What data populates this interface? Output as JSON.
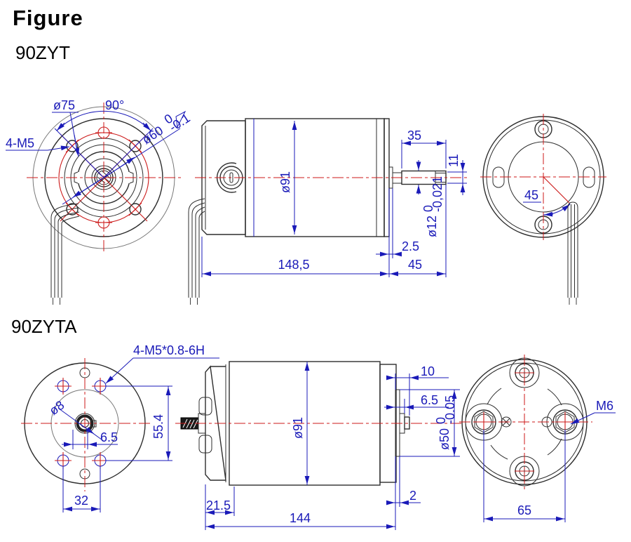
{
  "title": "Figure",
  "colors": {
    "dimension_blue": "#1a1ab8",
    "centerline_red": "#cc1a1a",
    "outline_dark": "#2d2d2d"
  },
  "zyt": {
    "label": "90ZYT",
    "front": {
      "bolt_circle_dia": "ø75",
      "bolt_angle": "90°",
      "screws": "4-M5",
      "pilot_dia": "ø60",
      "pilot_tol_upper": "0",
      "pilot_tol_lower": "-0.1"
    },
    "side": {
      "shaft_length": "35",
      "key_flat": "11",
      "body_dia": "ø91",
      "shaft_dia": "ø12",
      "shaft_tol_upper": "0",
      "shaft_tol_lower": "-0,021",
      "collar": "2.5",
      "body_length": "148,5",
      "shaft_ext": "45"
    },
    "rear": {
      "lead_angle": "45"
    }
  },
  "zyta": {
    "label": "90ZYTA",
    "front": {
      "screws": "4-M5*0.8-6H",
      "shaft_dia": "ø8",
      "shaft_offset": "6.5",
      "mount_v": "55.4",
      "mount_h": "32"
    },
    "side": {
      "front_length": "21.5",
      "body_dia": "ø91",
      "body_length": "144",
      "rear_ext": "10",
      "pilot_depth": "6.5",
      "pilot_dia": "ø50",
      "pilot_tol_upper": "0",
      "pilot_tol_lower": "-0.05",
      "shaft_tip": "2"
    },
    "rear": {
      "mount_span": "65",
      "screw": "M6"
    }
  }
}
